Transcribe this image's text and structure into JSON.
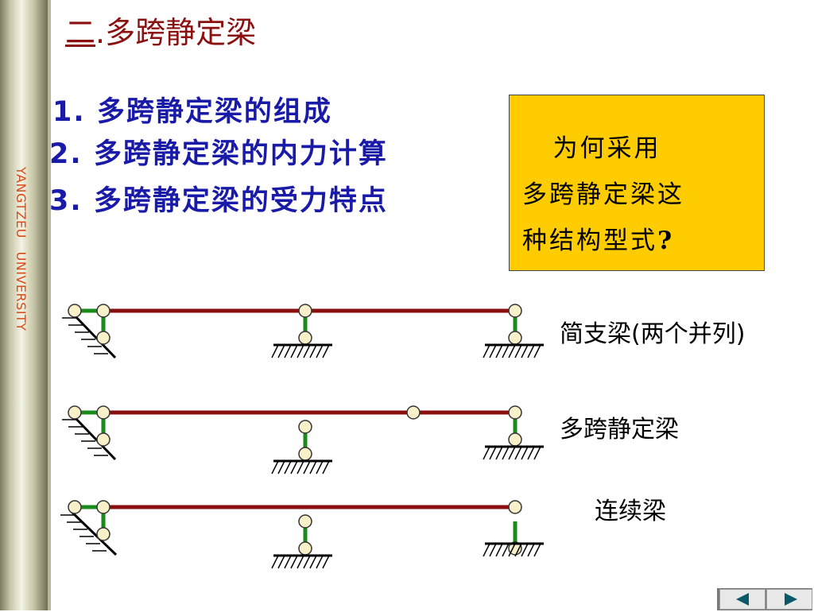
{
  "sidebar": {
    "university": "YANGTZEU   UNIVERSITY"
  },
  "slide": {
    "title_num": "二",
    "title_sep": ".",
    "title_text": "多跨静定梁",
    "items": [
      "1. 多跨静定梁的组成",
      "2. 多跨静定梁的内力计算",
      "3. 多跨静定梁的受力特点"
    ],
    "question_line1": "   为何采用",
    "question_line2": "多跨静定梁这",
    "question_line3": "种结构型式",
    "question_mark": "?",
    "labels": {
      "simple": "简支梁(两个并列)",
      "multispan": "多跨静定梁",
      "continuous": "连续梁"
    }
  },
  "colors": {
    "beam": "#8b0e0e",
    "link": "#1a8a1a",
    "hinge_fill": "#f7f0c8",
    "title": "#8b1010",
    "items": "#1a1aa8",
    "question_bg": "#ffcc00"
  },
  "navigation": {
    "prev_icon": "triangle-left-icon",
    "next_icon": "triangle-right-icon"
  }
}
